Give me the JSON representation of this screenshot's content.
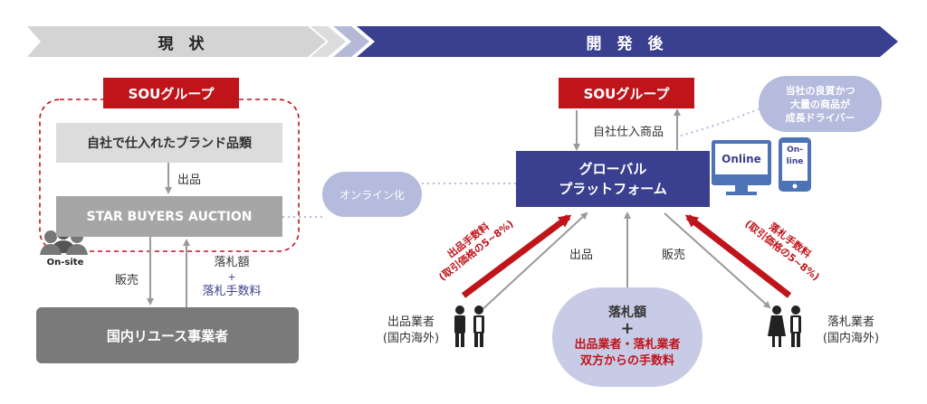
{
  "header": {
    "current_label": "現　状",
    "future_label": "開　発　後"
  },
  "current": {
    "sou_group": "SOUグループ",
    "brand_products": "自社で仕入れたブランド品類",
    "listing_label": "出品",
    "auction_name": "STAR BUYERS AUCTION",
    "onsite_label": "On-site",
    "sales_label": "販売",
    "bid_amount": "落札額",
    "plus": "+",
    "bid_fee": "落札手数料",
    "domestic_reuse": "国内リユース事業者"
  },
  "online_bubble": "オンライン化",
  "future": {
    "sou_group": "SOUグループ",
    "own_products": "自社仕入商品",
    "driver_bubble": [
      "当社の良質かつ",
      "大量の商品が",
      "成長ドライバー"
    ],
    "platform": [
      "グローバル",
      "プラットフォーム"
    ],
    "online_badge": "Online",
    "online_phone": [
      "On-",
      "line"
    ],
    "seller_fee": [
      "出品手数料",
      "(取引価格の5~8%)"
    ],
    "buyer_fee": [
      "落札手数料",
      "(取引価格の5~8%)"
    ],
    "listing_label": "出品",
    "sales_label": "販売",
    "sellers": [
      "出品業者",
      "(国内海外)"
    ],
    "buyers": [
      "落札業者",
      "(国内海外)"
    ],
    "revenue_title": "落札額",
    "revenue_plus": "+",
    "revenue_detail": [
      "出品業者・落札業者",
      "双方からの手数料"
    ]
  },
  "colors": {
    "red": "#c0141b",
    "navy": "#3b3f8f",
    "gray_arrow": "#cfcfcf",
    "gray_box": "#a6a6a6",
    "dark_gray": "#7a7a7a",
    "light_purple": "#c8cbe5",
    "bubble_blue": "#b4bbdc"
  }
}
